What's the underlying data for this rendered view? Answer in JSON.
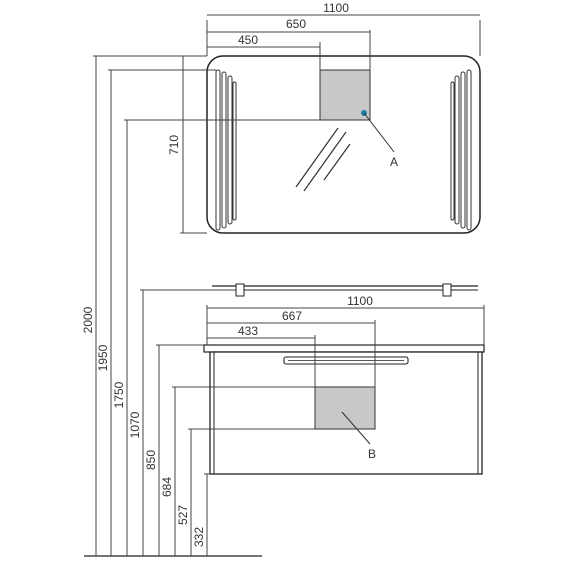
{
  "mirror": {
    "widths": {
      "total": "1100",
      "mid": "650",
      "inner": "450"
    },
    "height": "710",
    "callout": "A"
  },
  "cabinet": {
    "widths": {
      "total": "1100",
      "mid": "667",
      "inner": "433"
    },
    "callout": "B"
  },
  "heights": {
    "h2000": "2000",
    "h1950": "1950",
    "h1750": "1750",
    "h1070": "1070",
    "h850": "850",
    "h684": "684",
    "h527": "527",
    "h332": "332"
  }
}
